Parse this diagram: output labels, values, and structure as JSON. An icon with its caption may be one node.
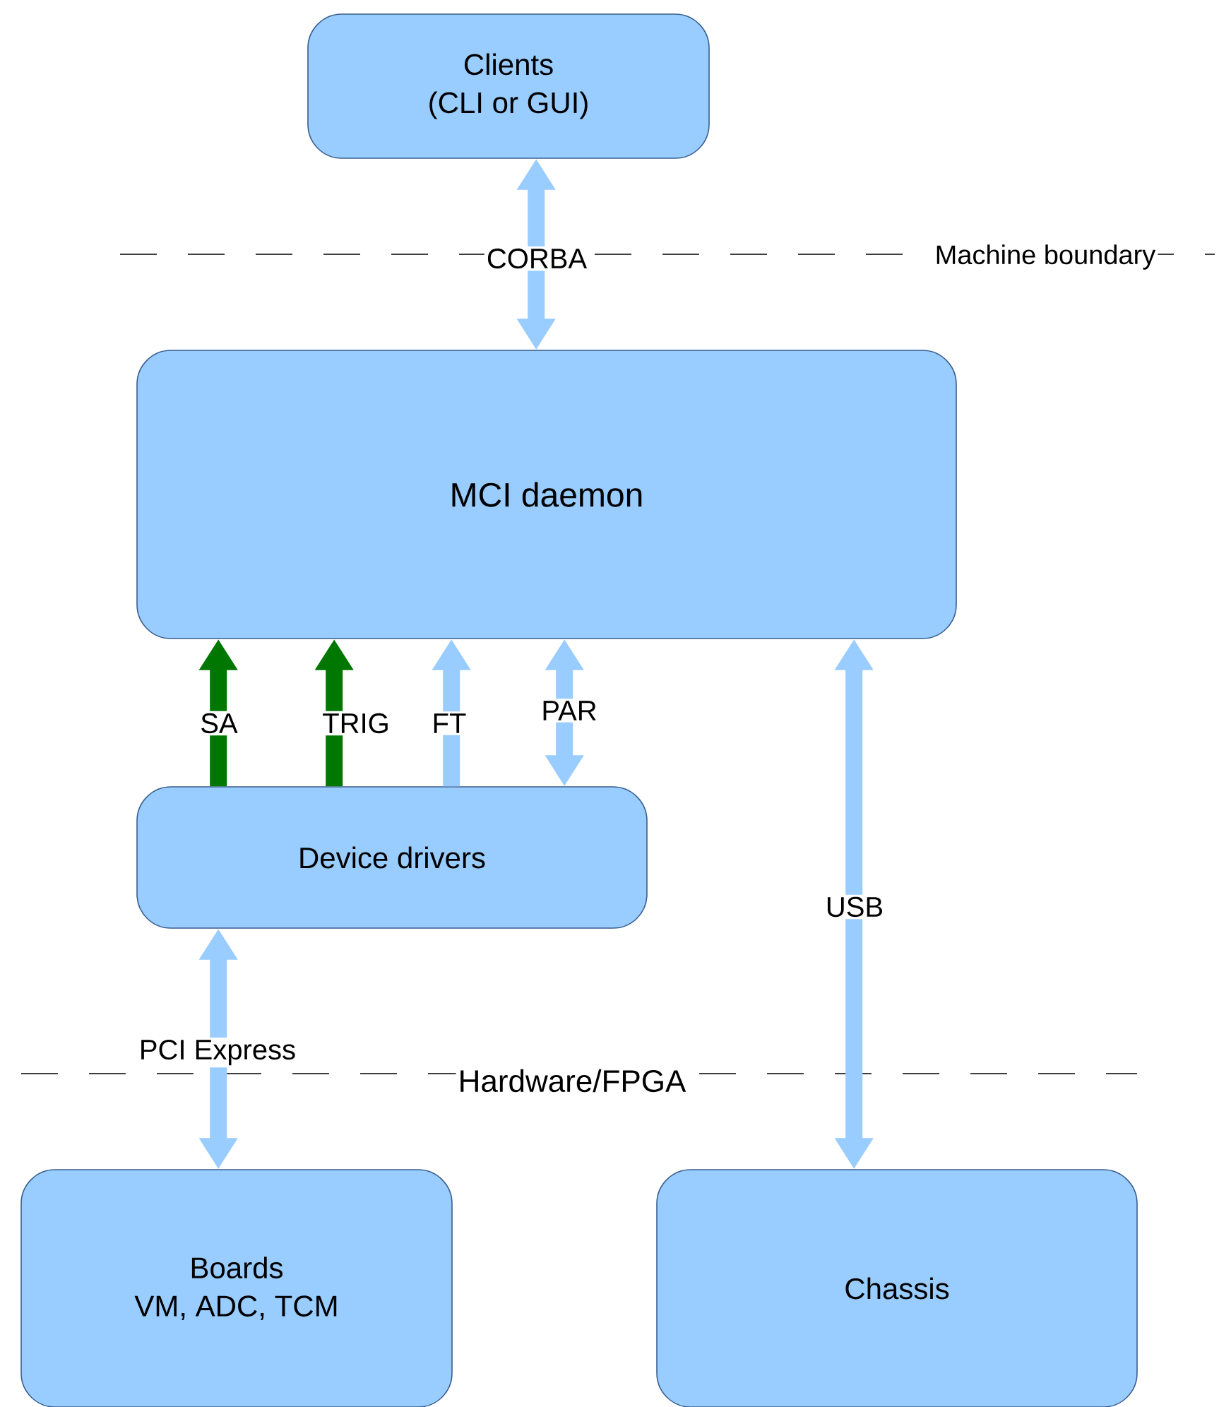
{
  "diagram": {
    "nodes": [
      {
        "text": [
          "Clients",
          "(CLI or GUI)"
        ]
      },
      {
        "text": [
          "MCI daemon"
        ]
      },
      {
        "text": [
          "Device drivers"
        ]
      },
      {
        "text": [
          "Boards",
          "VM, ADC, TCM"
        ]
      },
      {
        "text": [
          "Chassis"
        ]
      }
    ],
    "edges": [
      {
        "from": 0,
        "to": 1,
        "arrow": "both",
        "label": "CORBA"
      },
      {
        "from": 2,
        "to": 1,
        "arrow": "to",
        "label": "SA",
        "color": "#007700"
      },
      {
        "from": 2,
        "to": 1,
        "arrow": "to",
        "label": "TRIG",
        "color": "#007700"
      },
      {
        "from": 2,
        "to": 1,
        "arrow": "to",
        "label": "FT"
      },
      {
        "from": 2,
        "to": 1,
        "arrow": "both",
        "label": "PAR"
      },
      {
        "from": 1,
        "to": 4,
        "arrow": "both",
        "label": "USB"
      },
      {
        "from": 2,
        "to": 3,
        "arrow": "both",
        "label": "PCI Express"
      }
    ],
    "labels": [
      "Machine boundary",
      "Hardware/FPGA"
    ]
  }
}
